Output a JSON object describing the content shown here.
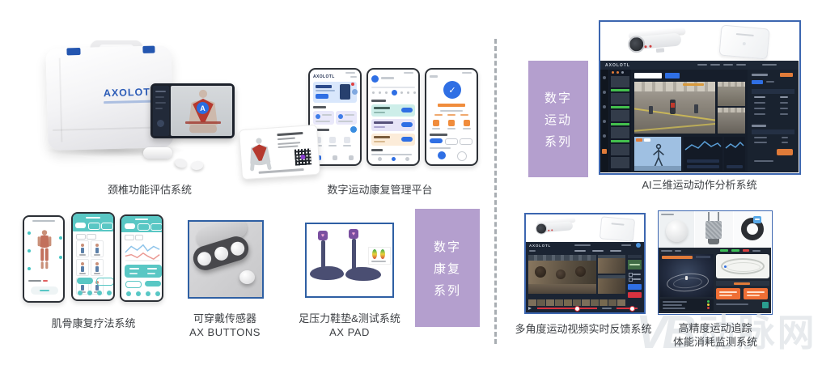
{
  "series": {
    "rehab": {
      "lines": [
        "数字",
        "康复",
        "系列"
      ]
    },
    "sport": {
      "lines": [
        "数字",
        "运动",
        "系列"
      ]
    }
  },
  "products": {
    "cervical": {
      "label": "颈椎功能评估系统",
      "brand": "AXOLOTL",
      "logo_letter": "A"
    },
    "platform": {
      "label": "数字运动康复管理平台",
      "app_brand": "AXOLOTL"
    },
    "musculo": {
      "label": "肌骨康复疗法系统"
    },
    "ax_buttons": {
      "label": "可穿戴传感器",
      "model": "AX BUTTONS"
    },
    "ax_pad": {
      "label": "足压力鞋垫&测试系统",
      "model": "AX PAD"
    },
    "ai3d": {
      "label": "AI三维运动动作分析系统",
      "ui_brand": "AXOLOTL"
    },
    "multiangle": {
      "label": "多角度运动视频实时反馈系统",
      "ui_brand": "AXOLOTL"
    },
    "tracking": {
      "label_line1": "高精度运动追踪",
      "label_line2": "体能消耗监测系统"
    }
  },
  "icons": {
    "heart": "♥",
    "check": "✓"
  },
  "watermark": {
    "logo": "VB",
    "text": "动脉网"
  },
  "colors": {
    "series_purple": "#b49fce",
    "frame_blue": "#2e5fa3",
    "brand_blue": "#2b5bb7",
    "teal": "#58c7c5",
    "accent_blue": "#2f6fe4",
    "orange": "#ef8a3c",
    "red": "#d8323f",
    "dark_ui": "#1a2230"
  }
}
